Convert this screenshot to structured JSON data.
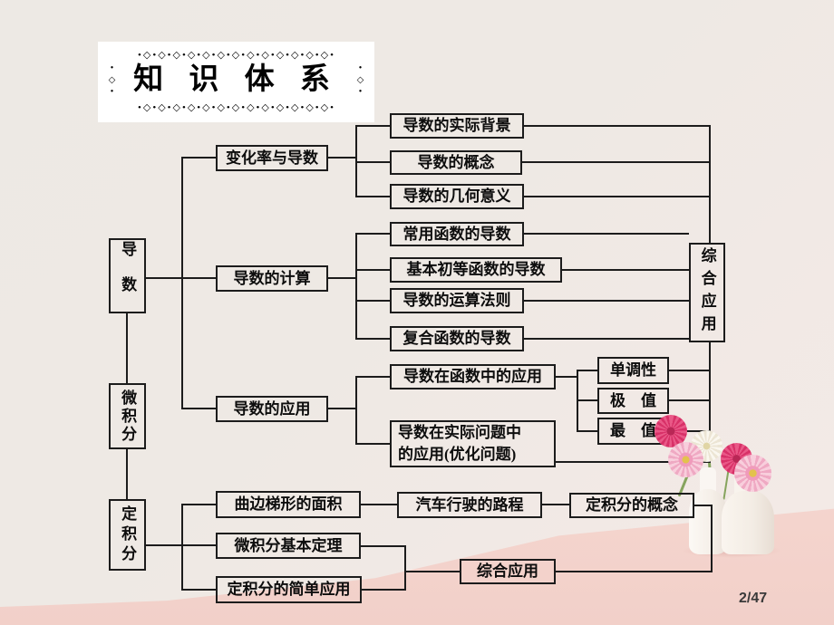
{
  "title": {
    "text": "知 识 体 系",
    "ornament_h": "•◇•◇•◇•◇•◇•◇•◇•◇•◇•◇•◇•◇•◇•",
    "ornament_v": "•◇•"
  },
  "page": {
    "number": "2/47"
  },
  "colors": {
    "line": "#1c1c1c",
    "wall": "#EDE9E4",
    "table_pink": "#F7DCD6",
    "title_background": "#FFFFFF",
    "flower_deep_pink": "#D83168",
    "flower_light_pink": "#F0A9C3",
    "flower_white": "#FAF7EF"
  },
  "labels": {
    "derivative": "导数",
    "calculus": "微积分",
    "definite_integral": "定积分",
    "rate_of_change": "变化率与导数",
    "derivative_calculation": "导数的计算",
    "derivative_application": "导数的应用",
    "actual_background": "导数的实际背景",
    "derivative_concept": "导数的概念",
    "geometric_meaning": "导数的几何意义",
    "common_functions": "常用函数的导数",
    "basic_elementary": "基本初等函数的导数",
    "operation_rules": "导数的运算法则",
    "composite_functions": "复合函数的导数",
    "comprehensive_right": "综合应用",
    "application_in_functions": "导数在函数中的应用",
    "application_in_practical": "导数在实际问题中\n的应用(优化问题)",
    "monotonicity": "单调性",
    "extreme_value": "极　值",
    "max_min_value": "最　值",
    "curved_trapezoid_area": "曲边梯形的面积",
    "car_driving_distance": "汽车行驶的路程",
    "definite_integral_concept": "定积分的概念",
    "fundamental_theorem": "微积分基本定理",
    "simple_application": "定积分的简单应用",
    "comprehensive_bottom": "综合应用"
  }
}
